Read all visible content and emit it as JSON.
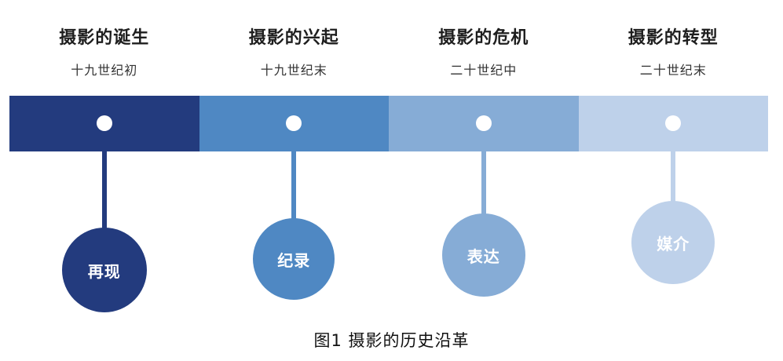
{
  "stages": [
    {
      "title": "摄影的诞生",
      "period": "十九世纪初",
      "keyword": "再现",
      "color": "#233b7e"
    },
    {
      "title": "摄影的兴起",
      "period": "十九世纪末",
      "keyword": "纪录",
      "color": "#4f88c3"
    },
    {
      "title": "摄影的危机",
      "period": "二十世纪中",
      "keyword": "表达",
      "color": "#86acd6"
    },
    {
      "title": "摄影的转型",
      "period": "二十世纪末",
      "keyword": "媒介",
      "color": "#bed1ea"
    }
  ],
  "caption": "图1  摄影的历史沿革"
}
